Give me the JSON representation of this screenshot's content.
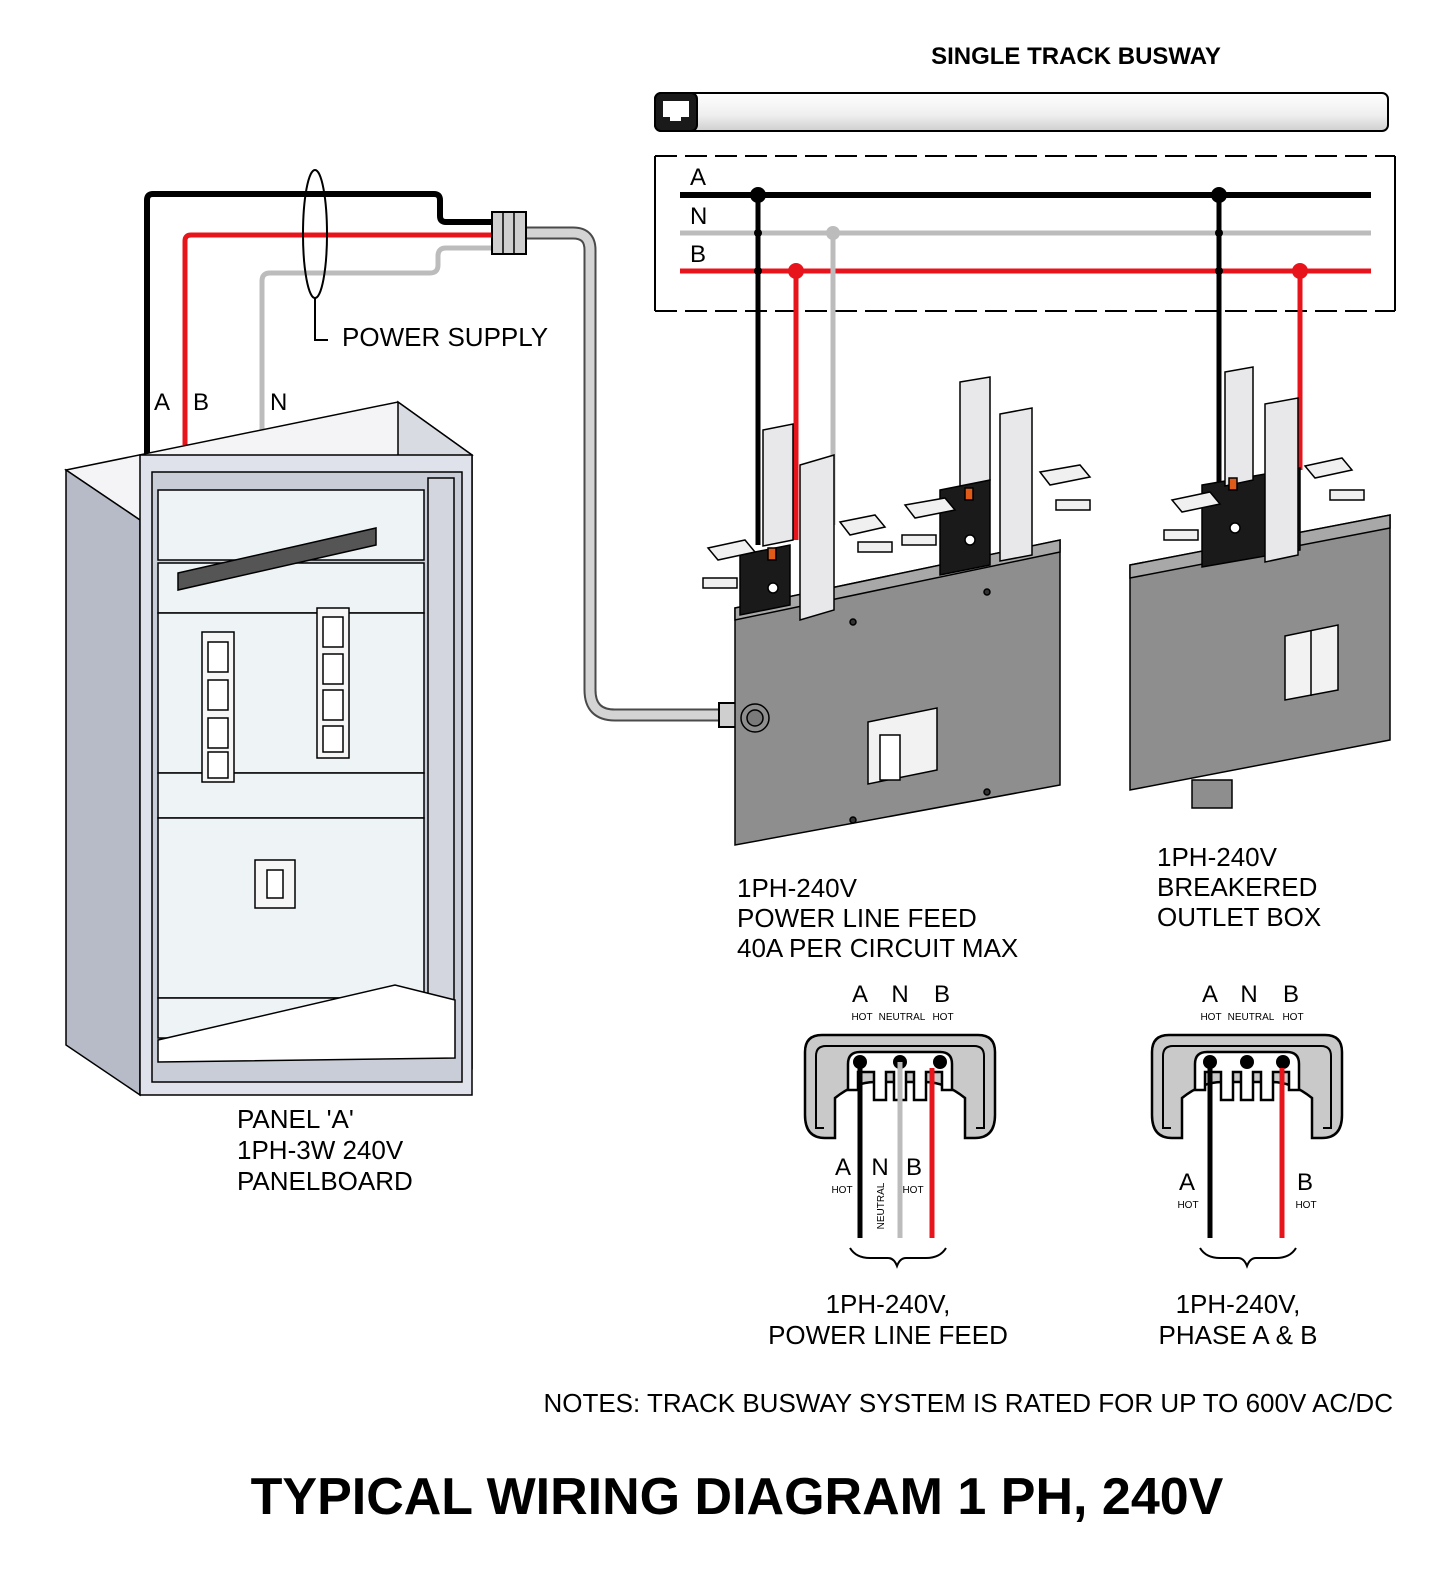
{
  "title": "TYPICAL WIRING DIAGRAM 1 PH, 240V",
  "busway": {
    "label": "SINGLE TRACK BUSWAY",
    "conductors": [
      "A",
      "N",
      "B"
    ]
  },
  "power_supply": {
    "label": "POWER SUPPLY",
    "wires": [
      "A",
      "B",
      "N"
    ]
  },
  "panel": {
    "lines": [
      "PANEL 'A'",
      "1PH-3W 240V",
      "PANELBOARD"
    ]
  },
  "feed_box": {
    "lines": [
      "1PH-240V",
      "POWER LINE FEED",
      "40A PER CIRCUIT MAX"
    ]
  },
  "outlet_box": {
    "lines": [
      "1PH-240V",
      "BREAKERED",
      "OUTLET BOX"
    ]
  },
  "section_feed": {
    "top_letters": [
      "A",
      "N",
      "B"
    ],
    "top_subs": [
      "HOT",
      "NEUTRAL",
      "HOT"
    ],
    "bottom_letters": [
      "A",
      "N",
      "B"
    ],
    "bottom_subs": [
      "HOT",
      "NEUTRAL",
      "HOT"
    ],
    "caption": [
      "1PH-240V,",
      "POWER LINE FEED"
    ]
  },
  "section_phase": {
    "top_letters": [
      "A",
      "N",
      "B"
    ],
    "top_subs": [
      "HOT",
      "NEUTRAL",
      "HOT"
    ],
    "bottom_letters": [
      "A",
      "B"
    ],
    "bottom_subs": [
      "HOT",
      "HOT"
    ],
    "caption": [
      "1PH-240V,",
      "PHASE A & B"
    ]
  },
  "notes": "NOTES: TRACK BUSWAY SYSTEM IS RATED FOR UP TO 600V AC/DC",
  "colors": {
    "phase_a": "#000000",
    "phase_b": "#e8141c",
    "neutral": "#bcbcbc",
    "conduit": "#d4d4d4",
    "box": "#8e8e8e"
  }
}
